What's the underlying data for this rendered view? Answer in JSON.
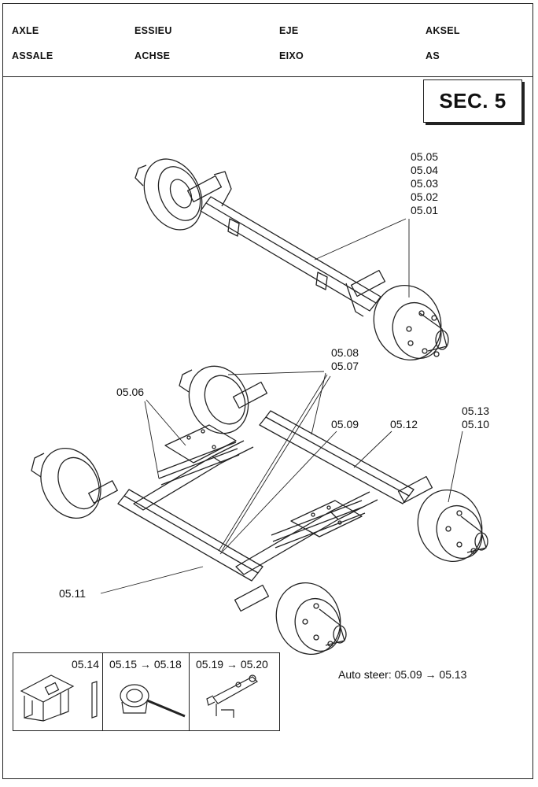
{
  "header": {
    "languages": [
      {
        "text": "AXLE"
      },
      {
        "text": "ESSIEU"
      },
      {
        "text": "EJE"
      },
      {
        "text": "AKSEL"
      },
      {
        "text": "ASSALE"
      },
      {
        "text": "ACHSE"
      },
      {
        "text": "EIXO"
      },
      {
        "text": "AS"
      }
    ]
  },
  "section_label": "SEC. 5",
  "callouts": {
    "top_axle": [
      "05.05",
      "05.04",
      "05.03",
      "05.02",
      "05.01"
    ],
    "upper_pair": [
      "05.08",
      "05.07"
    ],
    "left": "05.06",
    "mid_a": "05.09",
    "mid_b": "05.12",
    "right_pair": [
      "05.13",
      "05.10"
    ],
    "bottom": "05.11"
  },
  "thumbnails": [
    {
      "label": "05.14"
    },
    {
      "label": "05.15 → 05.18"
    },
    {
      "label": "05.19 → 05.20"
    }
  ],
  "auto_steer": "Auto steer:   05.09 → 05.13"
}
